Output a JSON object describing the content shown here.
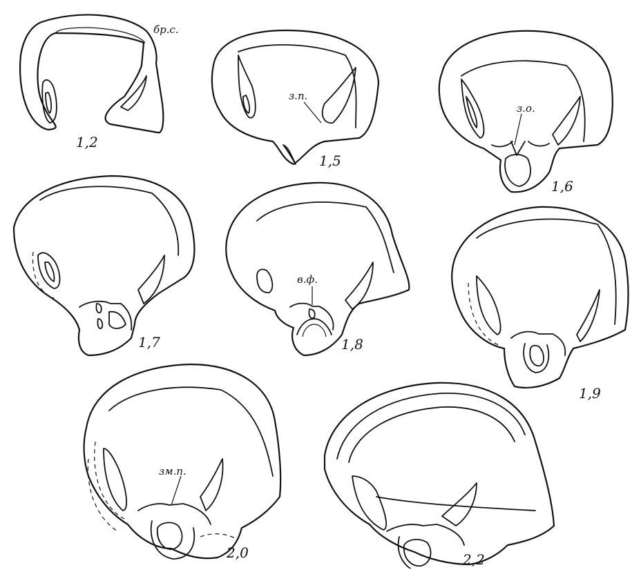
{
  "sections": [
    {
      "id": "s12",
      "label": "1,2"
    },
    {
      "id": "s15",
      "label": "1,5"
    },
    {
      "id": "s16",
      "label": "1,6"
    },
    {
      "id": "s17",
      "label": "1,7"
    },
    {
      "id": "s18",
      "label": "1,8"
    },
    {
      "id": "s19",
      "label": "1,9"
    },
    {
      "id": "s20",
      "label": "2,0"
    },
    {
      "id": "s22",
      "label": "2,2"
    }
  ],
  "annotations": {
    "br_s": "бр.с.",
    "z_p": "з.п.",
    "z_o": "з.о.",
    "v_f": "в.ф.",
    "zm_p": "зм.п."
  }
}
